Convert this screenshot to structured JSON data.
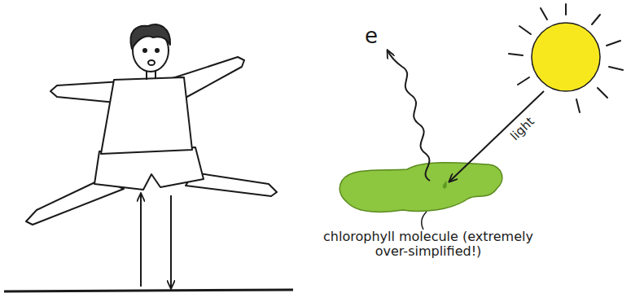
{
  "diagram": {
    "labels": [
      "e",
      "light",
      "chlorophyll molecule (extremely over-simplified!)"
    ]
  }
}
